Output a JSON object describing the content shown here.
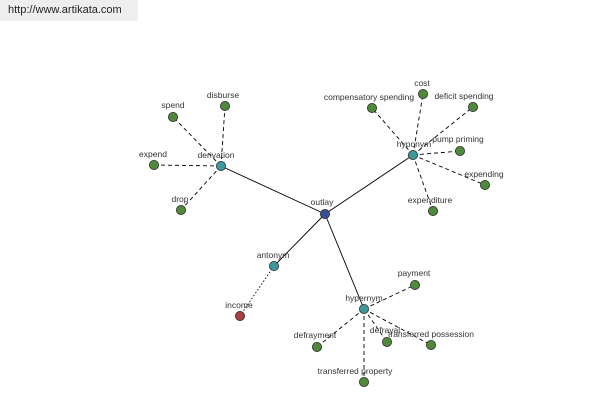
{
  "header": {
    "url": "http://www.artikata.com"
  },
  "colors": {
    "center": "#3a4e96",
    "relation": "#3d9a9a",
    "leaf": "#4f8a3c",
    "antonym_leaf": "#a84040",
    "edge": "#000000",
    "node_stroke": "#2a2a2a"
  },
  "graph": {
    "center": {
      "id": "outlay",
      "label": "outlay"
    },
    "relations": [
      {
        "id": "derivation",
        "label": "derivation",
        "leaves": [
          "spend",
          "disburse",
          "expend",
          "drop"
        ]
      },
      {
        "id": "hyponym",
        "label": "hyponym",
        "leaves": [
          "compensatory spending",
          "cost",
          "deficit spending",
          "pump priming",
          "expending",
          "expenditure"
        ]
      },
      {
        "id": "antonym",
        "label": "antonym",
        "leaves": [
          "income"
        ]
      },
      {
        "id": "hypernym",
        "label": "hypernym",
        "leaves": [
          "payment",
          "defrayment",
          "defrayal",
          "transferred possession",
          "transferred property"
        ]
      }
    ]
  }
}
